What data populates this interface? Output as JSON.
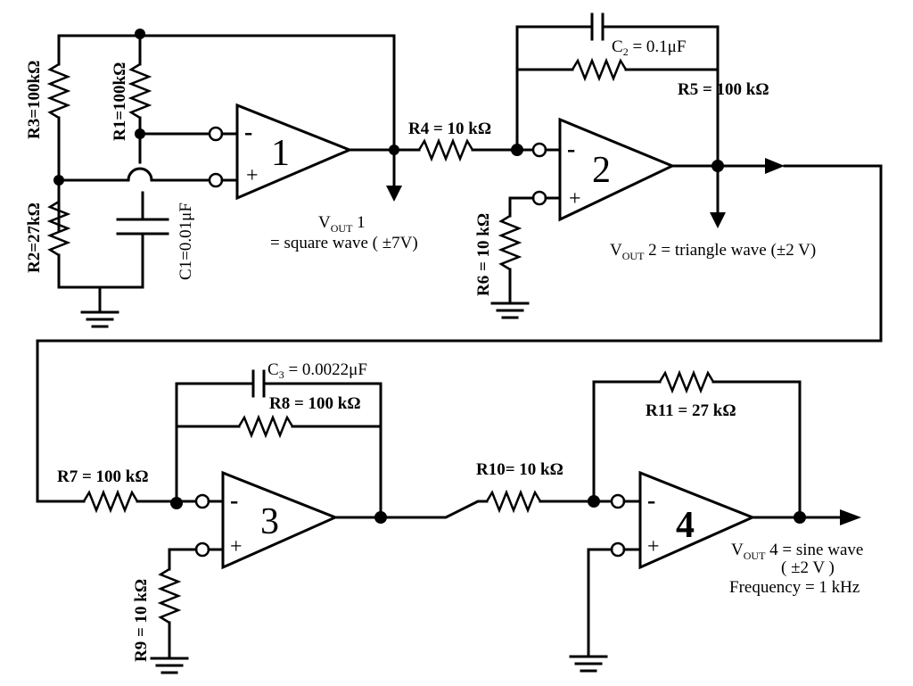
{
  "components": {
    "r1": "R1=100kΩ",
    "r2": "R2=27kΩ",
    "r3": "R3=100kΩ",
    "c1": "C1=0.01μF",
    "r4": "R4 = 10 kΩ",
    "r5": "R5 = 100 kΩ",
    "c2_sym": "C",
    "c2_sub": "2",
    "c2_val": " = 0.1μF",
    "r6": "R6 = 10 kΩ",
    "r7": "R7 = 100 kΩ",
    "r8": "R8 = 100 kΩ",
    "c3_sym": "C",
    "c3_sub": "3",
    "c3_val": " = 0.0022μF",
    "r9": "R9 = 10 kΩ",
    "r10": "R10= 10 kΩ",
    "r11": "R11 = 27 kΩ"
  },
  "opamps": [
    {
      "number": "1",
      "minus": "-",
      "plus": "+"
    },
    {
      "number": "2",
      "minus": "-",
      "plus": "+"
    },
    {
      "number": "3",
      "minus": "-",
      "plus": "+"
    },
    {
      "number": "4",
      "minus": "-",
      "plus": "+"
    }
  ],
  "outputs": {
    "vout1": {
      "v": "V",
      "sub": "OUT",
      "name": " 1",
      "desc": "= square wave ( ±7V)"
    },
    "vout2": {
      "v": "V",
      "sub": "OUT",
      "rest": " 2 = triangle wave (±2 V)"
    },
    "vout4": {
      "v": "V",
      "sub": "OUT",
      "rest": " 4 = sine wave",
      "amp": "( ±2 V )",
      "freq": "Frequency = 1 kHz"
    }
  }
}
